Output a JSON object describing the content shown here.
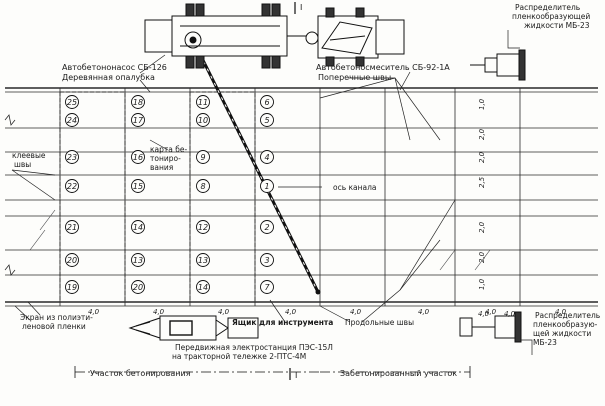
{
  "labels": {
    "autoconcrete_pump": "Автобетононасос СБ-126",
    "wood_formwork": "Деревянная опалубка",
    "concrete_mixer": "Автобетоносмеситель СБ-92-1А",
    "cross_seams": "Поперечные швы",
    "distributor_top_1": "Распределитель",
    "distributor_top_2": "пленкообразующей",
    "distributor_top_3": "жидкости МБ-23",
    "keyed_seams_1": "клеевые",
    "keyed_seams_2": "швы",
    "concreting_map_1": "карта бе-",
    "concreting_map_2": "тониро-",
    "concreting_map_3": "вания",
    "channel_axis": "ось канала",
    "screen_1": "Экран из полиэти-",
    "screen_2": "леновой пленки",
    "tool_box": "Ящик для инструмента",
    "longitudinal_seams": "Продольные швы",
    "power_station_1": "Передвижная электростанция ПЭС-15Л",
    "power_station_2": "на тракторной тележке 2-ПТС-4М",
    "distributor_bot_1": "Распределитель",
    "distributor_bot_2": "пленкообразую-",
    "distributor_bot_3": "щей жидкости",
    "distributor_bot_4": "МБ-23",
    "section_concreting": "Участок бетонирования",
    "section_done": "Забетонированный участок",
    "marker_I_top": "I",
    "marker_I_bottom": "I"
  },
  "cells": {
    "col1": [
      "25",
      "24",
      "23",
      "22",
      "21",
      "20",
      "19"
    ],
    "col2": [
      "18",
      "17",
      "16",
      "15",
      "14",
      "13",
      "20"
    ],
    "col3": [
      "11",
      "10",
      "9",
      "8",
      "12",
      "13",
      "14"
    ],
    "col4": [
      "6",
      "5",
      "4",
      "1",
      "2",
      "3",
      "7"
    ]
  },
  "dims": {
    "bottom": [
      "4,0",
      "4,0",
      "4,0",
      "4,0",
      "4,0",
      "4,0",
      "4,0",
      "4,0"
    ],
    "right": [
      "1,0",
      "2,0",
      "2,0",
      "2,5",
      "2,0",
      "2,0",
      "1,0"
    ],
    "right_bottom": [
      "4,0",
      "4,0"
    ]
  }
}
